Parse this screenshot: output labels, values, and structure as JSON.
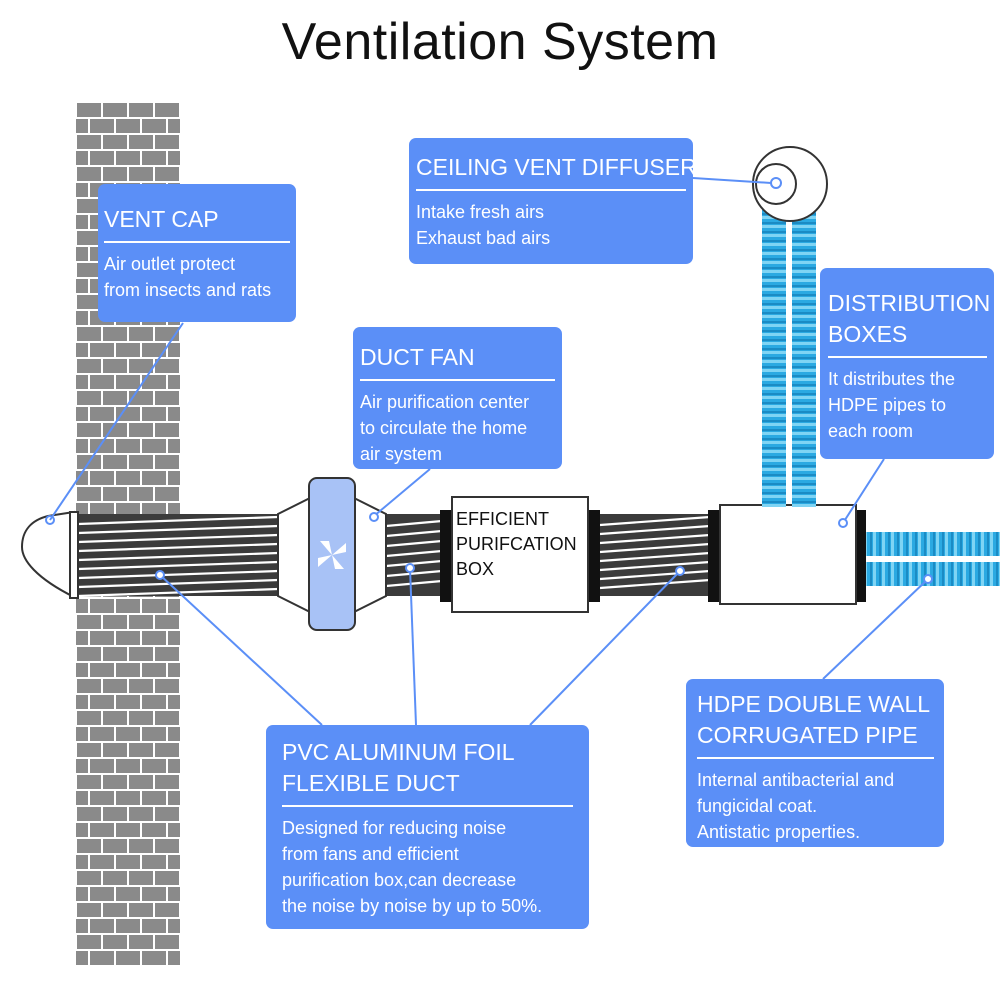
{
  "title": "Ventilation System",
  "callouts": {
    "vent_cap": {
      "heading": [
        "VENT CAP"
      ],
      "body": [
        "Air outlet protect",
        "from insects and rats"
      ]
    },
    "ceiling": {
      "heading": [
        "CEILING VENT DIFFUSER"
      ],
      "body": [
        "Intake fresh airs",
        "Exhaust bad airs"
      ]
    },
    "duct_fan": {
      "heading": [
        "DUCT FAN"
      ],
      "body": [
        "Air purification center",
        "to circulate the home",
        "air system"
      ]
    },
    "distribution": {
      "heading": [
        "DISTRIBUTION",
        "BOXES"
      ],
      "body": [
        "It distributes the",
        "HDPE pipes to",
        "each room"
      ]
    },
    "hdpe": {
      "heading": [
        "HDPE DOUBLE WALL",
        "CORRUGATED PIPE"
      ],
      "body": [
        "Internal antibacterial and",
        "fungicidal coat.",
        "Antistatic properties."
      ]
    },
    "pvc": {
      "heading": [
        "PVC ALUMINUM FOIL",
        "FLEXIBLE DUCT"
      ],
      "body": [
        "Designed for reducing noise",
        "from fans and efficient",
        "purification box,can decrease",
        "the noise by noise by up to 50%."
      ]
    }
  },
  "purification_box": [
    "EFFICIENT",
    "PURIFCATION",
    "BOX"
  ],
  "colors": {
    "callout": "#5b8ff7",
    "brick": "#8a8a8a",
    "mortar": "#ffffff",
    "duct": "#3b3b3b",
    "hdpe_pipe": "#29aee6",
    "fan": "#a8c2f6"
  }
}
